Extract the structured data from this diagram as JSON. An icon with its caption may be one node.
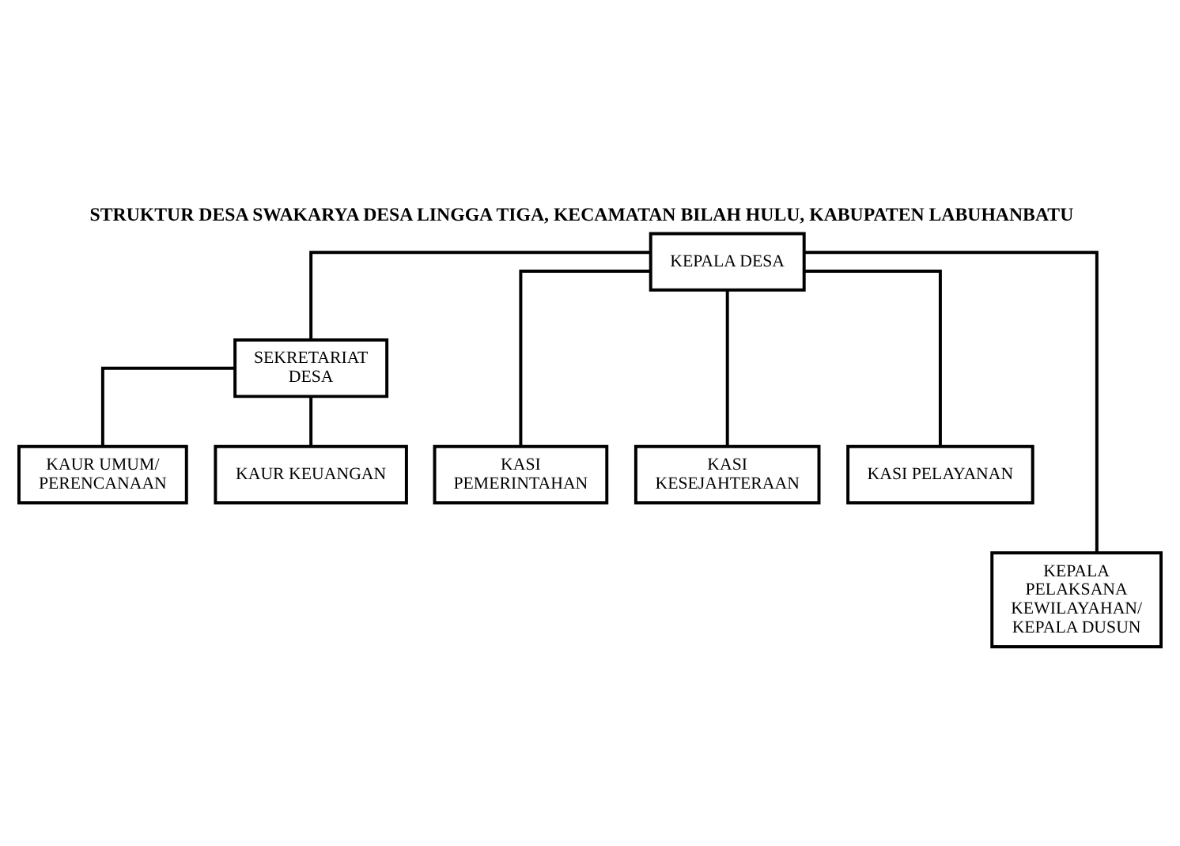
{
  "diagram": {
    "title": "STRUKTUR DESA SWAKARYA DESA LINGGA TIGA, KECAMATAN BILAH HULU, KABUPATEN LABUHANBATU",
    "nodes": [
      {
        "text": [
          "KEPALA DESA"
        ]
      },
      {
        "text": [
          "SEKRETARIAT DESA"
        ]
      },
      {
        "text": [
          "KAUR UMUM/ PERENCANAAN"
        ]
      },
      {
        "text": [
          "KAUR KEUANGAN"
        ]
      },
      {
        "text": [
          "KASI PEMERINTAHAN"
        ]
      },
      {
        "text": [
          "KASI KESEJAHTERAAN"
        ]
      },
      {
        "text": [
          "KASI PELAYANAN"
        ]
      },
      {
        "text": [
          "KEPALA PELAKSANA KEWILAYAHAN/ KEPALA DUSUN"
        ]
      }
    ],
    "edges": [
      {
        "from": 0,
        "to": 1,
        "arrow": "none"
      },
      {
        "from": 1,
        "to": 2,
        "arrow": "none"
      },
      {
        "from": 1,
        "to": 3,
        "arrow": "none"
      },
      {
        "from": 0,
        "to": 4,
        "arrow": "none"
      },
      {
        "from": 0,
        "to": 5,
        "arrow": "none"
      },
      {
        "from": 0,
        "to": 6,
        "arrow": "none"
      },
      {
        "from": 0,
        "to": 7,
        "arrow": "none"
      }
    ]
  }
}
